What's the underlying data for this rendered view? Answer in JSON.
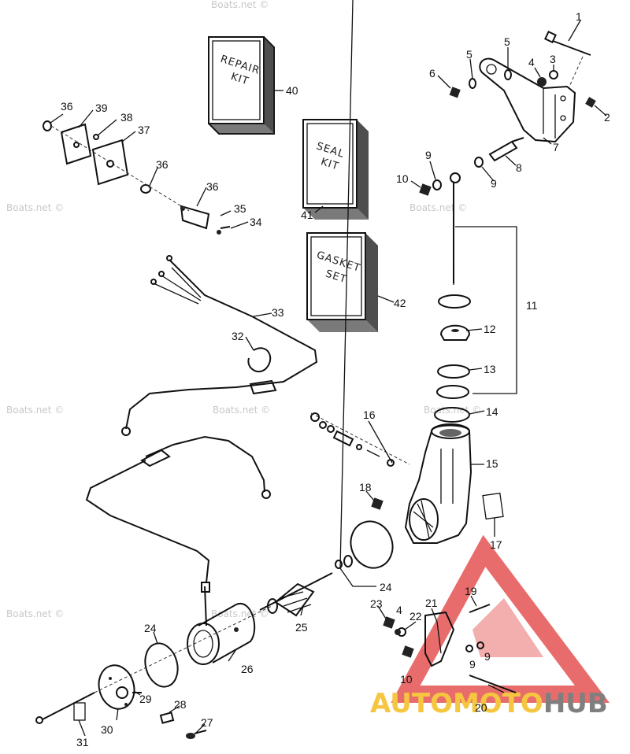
{
  "boxes": {
    "repair_kit": {
      "line1": "REPAIR",
      "line2": "KIT"
    },
    "seal_kit": {
      "line1": "SEAL",
      "line2": "KIT"
    },
    "gasket_set": {
      "line1": "GASKET",
      "line2": "SET"
    }
  },
  "watermarks": [
    "Boats.net ©",
    "Boats.net ©",
    "Boats.net ©",
    "Boats.net ©",
    "Boats.net ©",
    "Boats.net ©",
    "Boats.net ©",
    "Boats.net ©"
  ],
  "logo": {
    "part1": "AUTOMOTO",
    "part2": "HUB",
    "accent_color": "#f2b400",
    "triangle_color": "#e23b3b"
  },
  "callouts": [
    {
      "text": "1"
    },
    {
      "text": "2"
    },
    {
      "text": "3"
    },
    {
      "text": "4"
    },
    {
      "text": "5"
    },
    {
      "text": "5"
    },
    {
      "text": "6"
    },
    {
      "text": "7"
    },
    {
      "text": "8"
    },
    {
      "text": "9"
    },
    {
      "text": "9"
    },
    {
      "text": "10"
    },
    {
      "text": "11"
    },
    {
      "text": "12"
    },
    {
      "text": "13"
    },
    {
      "text": "14"
    },
    {
      "text": "15"
    },
    {
      "text": "16"
    },
    {
      "text": "17"
    },
    {
      "text": "18"
    },
    {
      "text": "19"
    },
    {
      "text": "20"
    },
    {
      "text": "21"
    },
    {
      "text": "22"
    },
    {
      "text": "23"
    },
    {
      "text": "4"
    },
    {
      "text": "10"
    },
    {
      "text": "9"
    },
    {
      "text": "9"
    },
    {
      "text": "24"
    },
    {
      "text": "24"
    },
    {
      "text": "25"
    },
    {
      "text": "26"
    },
    {
      "text": "27"
    },
    {
      "text": "28"
    },
    {
      "text": "29"
    },
    {
      "text": "30"
    },
    {
      "text": "31"
    },
    {
      "text": "32"
    },
    {
      "text": "33"
    },
    {
      "text": "34"
    },
    {
      "text": "35"
    },
    {
      "text": "36"
    },
    {
      "text": "36"
    },
    {
      "text": "36"
    },
    {
      "text": "37"
    },
    {
      "text": "38"
    },
    {
      "text": "39"
    },
    {
      "text": "40"
    },
    {
      "text": "41"
    },
    {
      "text": "42"
    }
  ]
}
